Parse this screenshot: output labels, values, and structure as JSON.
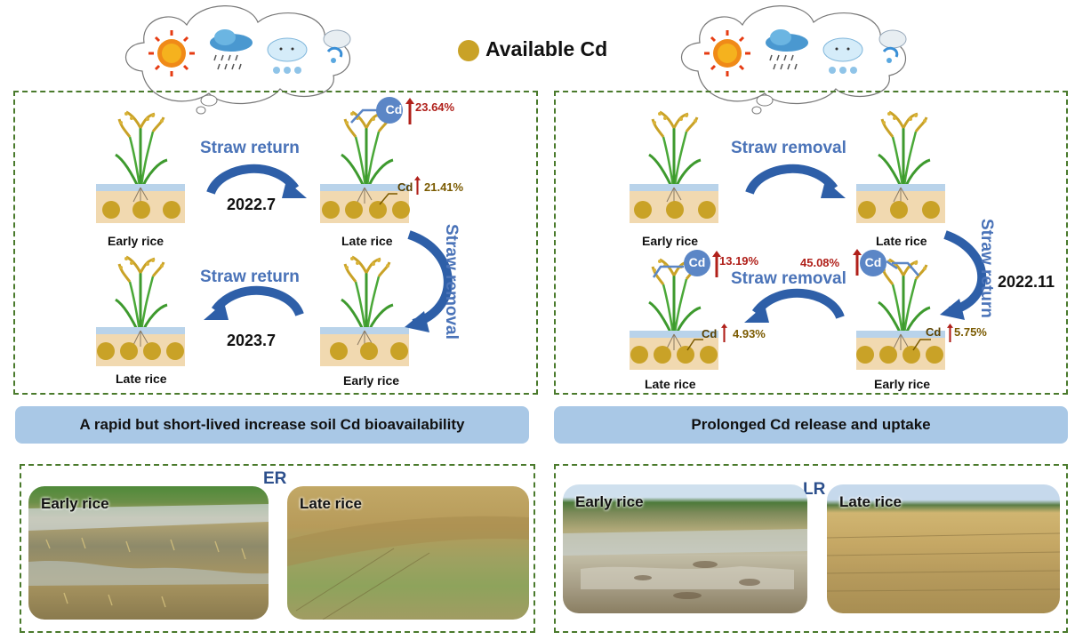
{
  "legend": {
    "label": "Available Cd"
  },
  "left": {
    "flow_top": "Straw return",
    "flow_bottom": "Straw return",
    "flow_side": "Straw removal",
    "year_top": "2022.7",
    "year_bottom": "2023.7",
    "labels": {
      "tl": "Early rice",
      "tr": "Late rice",
      "bl": "Late rice",
      "br": "Early rice"
    },
    "cd_bubble": "Cd",
    "cd_soil": "Cd",
    "pct_plant": "23.64%",
    "pct_soil": "21.41%",
    "banner": "A rapid but short-lived increase soil Cd bioavailability",
    "photo_tag": "ER",
    "photo_left": "Early rice",
    "photo_right": "Late rice"
  },
  "right": {
    "flow_top": "Straw removal",
    "flow_bottom": "Straw removal",
    "flow_side": "Straw return",
    "year_side": "2022.11",
    "labels": {
      "tl": "Early rice",
      "tr": "Late rice",
      "bl": "Late rice",
      "br": "Early rice"
    },
    "cd_bubble_bl": "Cd",
    "cd_bubble_br": "Cd",
    "cd_soil_bl": "Cd",
    "cd_soil_br": "Cd",
    "pct_plant_bl": "13.19%",
    "pct_plant_br": "45.08%",
    "pct_soil_bl": "4.93%",
    "pct_soil_br": "5.75%",
    "banner": "Prolonged Cd release and uptake",
    "photo_tag": "LR",
    "photo_left": "Early rice",
    "photo_right": "Late rice"
  },
  "colors": {
    "dashed_border": "#4a7a2c",
    "flow_text": "#4a73b8",
    "arrow": "#2e5fa8",
    "cd_dot": "#c9a227",
    "banner": "#a9c8e6",
    "increase": "#b0201a"
  },
  "icons": [
    "sun-icon",
    "rain-cloud-icon",
    "snow-cloud-icon",
    "wind-snow-icon",
    "up-arrow-icon",
    "rice-plant-icon",
    "curved-arrow-icon"
  ]
}
